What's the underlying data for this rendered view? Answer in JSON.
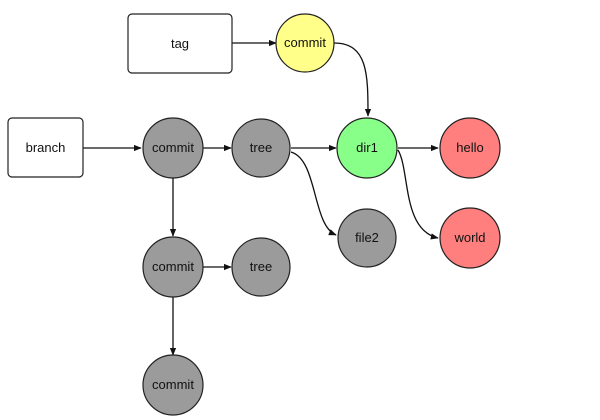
{
  "colors": {
    "commit_gray": "#9b9b9b",
    "commit_yellow": "#ffff8a",
    "tree_green": "#88ff88",
    "blob_red": "#ff7f7f",
    "stroke": "#222222"
  },
  "boxes": [
    {
      "id": "tag",
      "label": "tag"
    },
    {
      "id": "branch",
      "label": "branch"
    }
  ],
  "nodes": [
    {
      "id": "tag-commit",
      "label": "commit",
      "kind": "commit",
      "color": "#ffff8a"
    },
    {
      "id": "commit-1",
      "label": "commit",
      "kind": "commit",
      "color": "#9b9b9b"
    },
    {
      "id": "tree-1",
      "label": "tree",
      "kind": "tree",
      "color": "#9b9b9b"
    },
    {
      "id": "dir1",
      "label": "dir1",
      "kind": "tree",
      "color": "#88ff88"
    },
    {
      "id": "hello",
      "label": "hello",
      "kind": "blob",
      "color": "#ff7f7f"
    },
    {
      "id": "file2",
      "label": "file2",
      "kind": "blob",
      "color": "#9b9b9b"
    },
    {
      "id": "world",
      "label": "world",
      "kind": "blob",
      "color": "#ff7f7f"
    },
    {
      "id": "commit-2",
      "label": "commit",
      "kind": "commit",
      "color": "#9b9b9b"
    },
    {
      "id": "tree-2",
      "label": "tree",
      "kind": "tree",
      "color": "#9b9b9b"
    },
    {
      "id": "commit-3",
      "label": "commit",
      "kind": "commit",
      "color": "#9b9b9b"
    }
  ],
  "edges": [
    {
      "from": "tag",
      "to": "tag-commit"
    },
    {
      "from": "tag-commit",
      "to": "dir1"
    },
    {
      "from": "branch",
      "to": "commit-1"
    },
    {
      "from": "commit-1",
      "to": "tree-1"
    },
    {
      "from": "tree-1",
      "to": "dir1"
    },
    {
      "from": "tree-1",
      "to": "file2"
    },
    {
      "from": "dir1",
      "to": "hello"
    },
    {
      "from": "dir1",
      "to": "world"
    },
    {
      "from": "commit-1",
      "to": "commit-2"
    },
    {
      "from": "commit-2",
      "to": "tree-2"
    },
    {
      "from": "commit-2",
      "to": "commit-3"
    }
  ]
}
